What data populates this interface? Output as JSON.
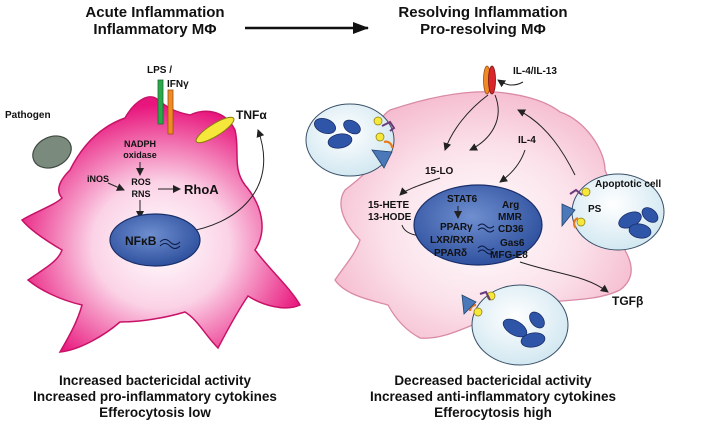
{
  "left_panel": {
    "title_line1": "Acute Inflammation",
    "title_line2": "Inflammatory MΦ",
    "labels": {
      "pathogen": "Pathogen",
      "lps": "LPS /",
      "ifn": "IFNγ",
      "tnf": "TNFα",
      "nadph1": "NADPH",
      "nadph2": "oxidase",
      "inos": "iNOS",
      "ros": "ROS",
      "rns": "RNS",
      "rhoa": "RhoA",
      "nfkb": "NFκB"
    },
    "footer": [
      "Increased bactericidal activity",
      "Increased pro-inflammatory cytokines",
      "Efferocytosis low"
    ]
  },
  "right_panel": {
    "title_line1": "Resolving Inflammation",
    "title_line2": "Pro-resolving MΦ",
    "labels": {
      "il4il13": "IL-4/IL-13",
      "il4": "IL-4",
      "lo15": "15-LO",
      "hete": "15-HETE",
      "hode": "13-HODE",
      "stat6": "STAT6",
      "ppar_g": "PPARγ",
      "lxr": "LXR/RXR",
      "ppar_d": "PPARδ",
      "arg": "Arg",
      "mmr": "MMR",
      "cd36": "CD36",
      "gas6": "Gas6",
      "mfge8": "MFG-E8",
      "apoptotic": "Apoptotic cell",
      "ps": "PS",
      "tgfb": "TGFβ"
    },
    "footer": [
      "Decreased bactericidal activity",
      "Increased anti-inflammatory cytokines",
      "Efferocytosis high"
    ]
  },
  "colors": {
    "inflammatory_cell": "#e8157c",
    "resolving_cell": "#f7c4d6",
    "nucleus": "#2f55a8",
    "pathogen": "#7a8a7c",
    "apoptotic_bubble": "#e8f3f8",
    "receptor_purple": "#6b3a7a",
    "phospholipid": "#f5e83a",
    "bridge_orange": "#e87a1e",
    "blue_receptor": "#4a78b8"
  }
}
